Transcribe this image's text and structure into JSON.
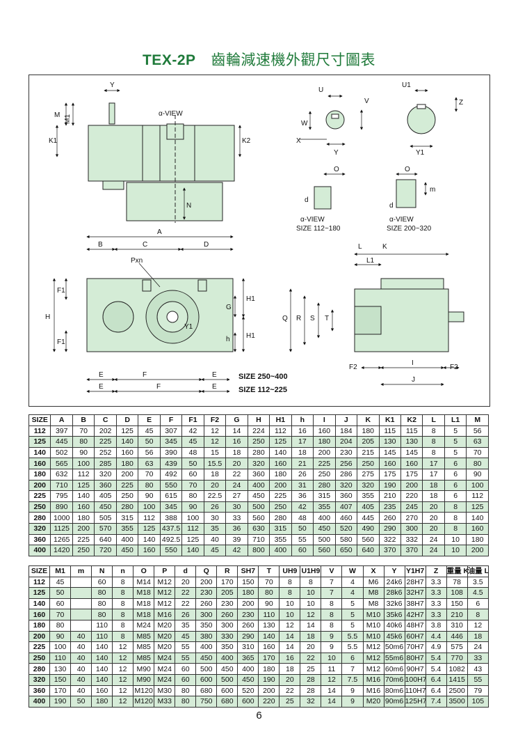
{
  "title": {
    "model": "TEX-2P",
    "name": "齒輪減速機外觀尺寸圖表"
  },
  "drawing": {
    "labels": {
      "Y": "Y",
      "M": "M",
      "M1": "M1",
      "K1": "K1",
      "K2": "K2",
      "N": "N",
      "a_view": "α-VIEW",
      "U": "U",
      "V": "V",
      "W": "W",
      "X": "X",
      "U1": "U1",
      "Z": "Z",
      "Y1": "Y1",
      "O": "O",
      "d": "d",
      "m": "m",
      "size_small": "SIZE 112~180",
      "size_large": "SIZE 200~320",
      "A": "A",
      "B": "B",
      "C": "C",
      "D": "D",
      "Pxn": "Pxn",
      "F1": "F1",
      "H": "H",
      "G": "G",
      "H1": "H1",
      "h": "h",
      "E": "E",
      "F": "F",
      "size_250_400": "SIZE 250~400",
      "size_112_225": "SIZE 112~225",
      "L": "L",
      "K": "K",
      "L1": "L1",
      "Q": "Q",
      "R": "R",
      "S": "S",
      "T": "T",
      "F2": "F2",
      "I": "I",
      "J": "J"
    }
  },
  "table1": {
    "headers": [
      "SIZE",
      "A",
      "B",
      "C",
      "D",
      "E",
      "F",
      "F1",
      "F2",
      "G",
      "H",
      "H1",
      "h",
      "I",
      "J",
      "K",
      "K1",
      "K2",
      "L",
      "L1",
      "M"
    ],
    "rows": [
      [
        "112",
        "397",
        "70",
        "202",
        "125",
        "45",
        "307",
        "42",
        "12",
        "14",
        "224",
        "112",
        "16",
        "160",
        "184",
        "180",
        "115",
        "115",
        "8",
        "5",
        "56"
      ],
      [
        "125",
        "445",
        "80",
        "225",
        "140",
        "50",
        "345",
        "45",
        "12",
        "16",
        "250",
        "125",
        "17",
        "180",
        "204",
        "205",
        "130",
        "130",
        "8",
        "5",
        "63"
      ],
      [
        "140",
        "502",
        "90",
        "252",
        "160",
        "56",
        "390",
        "48",
        "15",
        "18",
        "280",
        "140",
        "18",
        "200",
        "230",
        "215",
        "145",
        "145",
        "8",
        "5",
        "70"
      ],
      [
        "160",
        "565",
        "100",
        "285",
        "180",
        "63",
        "439",
        "50",
        "15.5",
        "20",
        "320",
        "160",
        "21",
        "225",
        "256",
        "250",
        "160",
        "160",
        "17",
        "6",
        "80"
      ],
      [
        "180",
        "632",
        "112",
        "320",
        "200",
        "70",
        "492",
        "60",
        "18",
        "22",
        "360",
        "180",
        "26",
        "250",
        "286",
        "275",
        "175",
        "175",
        "17",
        "6",
        "90"
      ],
      [
        "200",
        "710",
        "125",
        "360",
        "225",
        "80",
        "550",
        "70",
        "20",
        "24",
        "400",
        "200",
        "31",
        "280",
        "320",
        "320",
        "190",
        "200",
        "18",
        "6",
        "100"
      ],
      [
        "225",
        "795",
        "140",
        "405",
        "250",
        "90",
        "615",
        "80",
        "22.5",
        "27",
        "450",
        "225",
        "36",
        "315",
        "360",
        "355",
        "210",
        "220",
        "18",
        "6",
        "112"
      ],
      [
        "250",
        "890",
        "160",
        "450",
        "280",
        "100",
        "345",
        "90",
        "26",
        "30",
        "500",
        "250",
        "42",
        "355",
        "407",
        "405",
        "235",
        "245",
        "20",
        "8",
        "125"
      ],
      [
        "280",
        "1000",
        "180",
        "505",
        "315",
        "112",
        "388",
        "100",
        "30",
        "33",
        "560",
        "280",
        "48",
        "400",
        "460",
        "445",
        "260",
        "270",
        "20",
        "8",
        "140"
      ],
      [
        "320",
        "1125",
        "200",
        "570",
        "355",
        "125",
        "437.5",
        "112",
        "35",
        "36",
        "630",
        "315",
        "50",
        "450",
        "520",
        "490",
        "290",
        "300",
        "20",
        "8",
        "160"
      ],
      [
        "360",
        "1265",
        "225",
        "640",
        "400",
        "140",
        "492.5",
        "125",
        "40",
        "39",
        "710",
        "355",
        "55",
        "500",
        "580",
        "560",
        "322",
        "332",
        "24",
        "10",
        "180"
      ],
      [
        "400",
        "1420",
        "250",
        "720",
        "450",
        "160",
        "550",
        "140",
        "45",
        "42",
        "800",
        "400",
        "60",
        "560",
        "650",
        "640",
        "370",
        "370",
        "24",
        "10",
        "200"
      ]
    ]
  },
  "table2": {
    "headers": [
      "SIZE",
      "M1",
      "m",
      "N",
      "n",
      "O",
      "P",
      "d",
      "Q",
      "R",
      "SH7",
      "T",
      "UH9",
      "U1H9",
      "V",
      "W",
      "X",
      "Y",
      "Y1H7",
      "Z",
      "重量 KG",
      "油量 L"
    ],
    "rows": [
      [
        "112",
        "45",
        "",
        "60",
        "8",
        "M14",
        "M12",
        "20",
        "200",
        "170",
        "150",
        "70",
        "8",
        "8",
        "7",
        "4",
        "M6",
        "24k6",
        "28H7",
        "3.3",
        "78",
        "3.5"
      ],
      [
        "125",
        "50",
        "",
        "80",
        "8",
        "M18",
        "M12",
        "22",
        "230",
        "205",
        "180",
        "80",
        "8",
        "10",
        "7",
        "4",
        "M8",
        "28k6",
        "32H7",
        "3.3",
        "108",
        "4.5"
      ],
      [
        "140",
        "60",
        "",
        "80",
        "8",
        "M18",
        "M12",
        "22",
        "260",
        "230",
        "200",
        "90",
        "10",
        "10",
        "8",
        "5",
        "M8",
        "32k6",
        "38H7",
        "3.3",
        "150",
        "6"
      ],
      [
        "160",
        "70",
        "",
        "80",
        "8",
        "M18",
        "M16",
        "26",
        "300",
        "260",
        "230",
        "110",
        "10",
        "12",
        "8",
        "5",
        "M10",
        "35k6",
        "42H7",
        "3.3",
        "210",
        "8"
      ],
      [
        "180",
        "80",
        "",
        "110",
        "8",
        "M24",
        "M20",
        "35",
        "350",
        "300",
        "260",
        "130",
        "12",
        "14",
        "8",
        "5",
        "M10",
        "40k6",
        "48H7",
        "3.8",
        "310",
        "12"
      ],
      [
        "200",
        "90",
        "40",
        "110",
        "8",
        "M85",
        "M20",
        "45",
        "380",
        "330",
        "290",
        "140",
        "14",
        "18",
        "9",
        "5.5",
        "M10",
        "45k6",
        "60H7",
        "4.4",
        "446",
        "18"
      ],
      [
        "225",
        "100",
        "40",
        "140",
        "12",
        "M85",
        "M20",
        "55",
        "400",
        "350",
        "310",
        "160",
        "14",
        "20",
        "9",
        "5.5",
        "M12",
        "50m6",
        "70H7",
        "4.9",
        "575",
        "24"
      ],
      [
        "250",
        "110",
        "40",
        "140",
        "12",
        "M85",
        "M24",
        "55",
        "450",
        "400",
        "365",
        "170",
        "16",
        "22",
        "10",
        "6",
        "M12",
        "55m6",
        "80H7",
        "5.4",
        "770",
        "33"
      ],
      [
        "280",
        "130",
        "40",
        "140",
        "12",
        "M90",
        "M24",
        "60",
        "500",
        "450",
        "400",
        "180",
        "18",
        "25",
        "11",
        "7",
        "M12",
        "60m6",
        "90H7",
        "5.4",
        "1082",
        "43"
      ],
      [
        "320",
        "150",
        "40",
        "140",
        "12",
        "M90",
        "M24",
        "60",
        "600",
        "500",
        "450",
        "190",
        "20",
        "28",
        "12",
        "7.5",
        "M16",
        "70m6",
        "100H7",
        "6.4",
        "1415",
        "55"
      ],
      [
        "360",
        "170",
        "40",
        "160",
        "12",
        "M120",
        "M30",
        "80",
        "680",
        "600",
        "520",
        "200",
        "22",
        "28",
        "14",
        "9",
        "M16",
        "80m6",
        "110H7",
        "6.4",
        "2500",
        "79"
      ],
      [
        "400",
        "190",
        "50",
        "180",
        "12",
        "M120",
        "M33",
        "80",
        "750",
        "680",
        "600",
        "220",
        "25",
        "32",
        "14",
        "9",
        "M20",
        "90m6",
        "125H7",
        "7.4",
        "3500",
        "105"
      ]
    ]
  },
  "page_number": "6",
  "colors": {
    "title_green": "#1f7a3a",
    "gear_fill": "#d4ecd6",
    "row_green": "#d6ecd8"
  }
}
